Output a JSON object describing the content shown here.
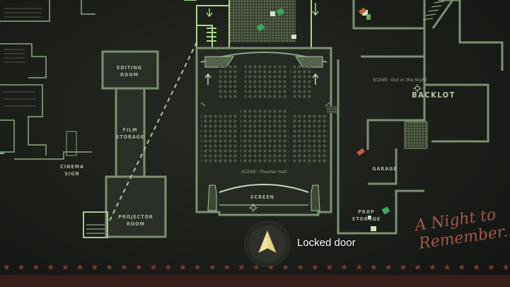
{
  "map": {
    "labels": {
      "editing_room": "EDITING\nROOM",
      "film_storage": "FILM\nSTORAGE",
      "projector_room": "PROJECTOR\nROOM",
      "cinema_sign": "CINEMA\nSIGN",
      "screen": "SCREEN",
      "garage": "GARAGE",
      "prop_storage": "PROP\nSTORAGE",
      "backlot": "BACKLOT"
    },
    "scenes": {
      "theater_hall": "SCENE: Theater Hall",
      "out_in_the_night": "SCENE: Out in the Night"
    },
    "title": [
      "A Night to",
      "Remember..."
    ]
  },
  "cursor": {
    "icon": "navigation-arrow-icon",
    "tooltip": "Locked door"
  },
  "colors": {
    "wall": "#8fa585",
    "wall_glow": "#5f7a55",
    "room_fill": "#2a3027",
    "highlight": "#a8d98a",
    "title": "#a0584c",
    "star": "#7a3a33",
    "cursor_arrow": "#e8d48a"
  }
}
